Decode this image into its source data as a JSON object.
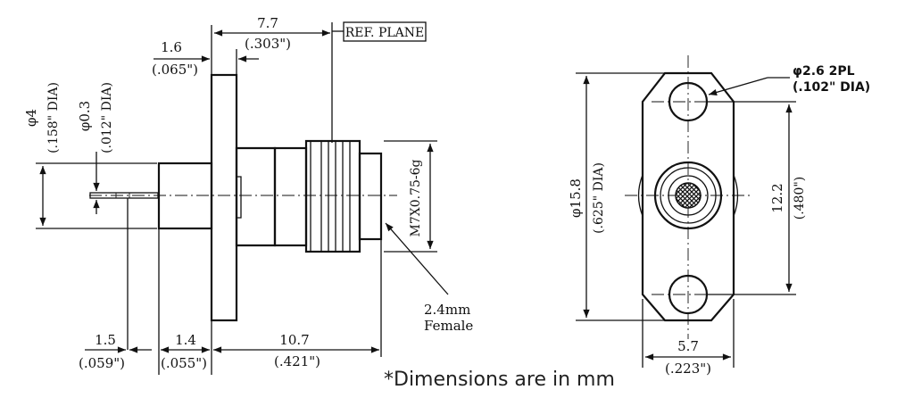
{
  "side_view": {
    "dim_overall": "7.7",
    "dim_overall_in": "(.303\")",
    "ref_plane": "REF. PLANE",
    "dim_flange": "1.6",
    "dim_flange_in": "(.065\")",
    "dim_dia4": "φ4",
    "dim_dia4_in": "(.158\" DIA)",
    "dim_pin": "φ0.3",
    "dim_pin_in": "(.012\" DIA)",
    "thread": "M7X0.75-6g",
    "connector_size": "2.4mm",
    "connector_gender": "Female",
    "dim_b1": "1.5",
    "dim_b1_in": "(.059\")",
    "dim_b2": "1.4",
    "dim_b2_in": "(.055\")",
    "dim_b3": "10.7",
    "dim_b3_in": "(.421\")"
  },
  "front_view": {
    "hole_dia": "φ2.6 2PL",
    "hole_dia_in": "(.102\" DIA)",
    "dim_dia158": "φ15.8",
    "dim_dia158_in": "(.625\" DIA)",
    "dim_122": "12.2",
    "dim_122_in": "(.480\")",
    "dim_57": "5.7",
    "dim_57_in": "(.223\")"
  },
  "note": "*Dimensions are in mm"
}
